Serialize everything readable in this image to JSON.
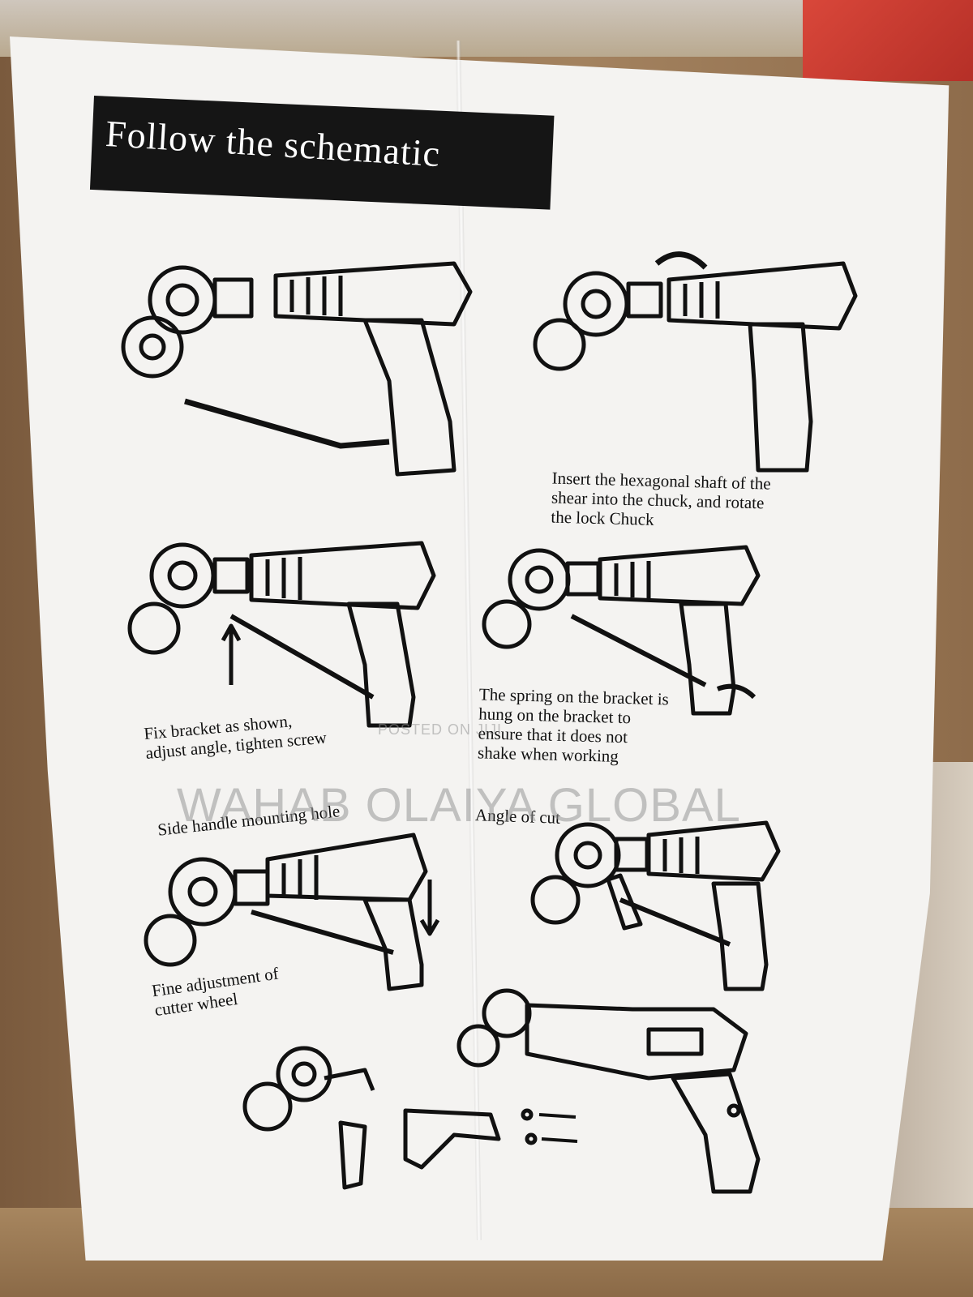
{
  "title": "Follow the schematic",
  "captions": {
    "insert_shaft": "Insert the hexagonal shaft of the\nshear into the chuck, and rotate\nthe lock Chuck",
    "fix_bracket": "Fix bracket as shown,\nadjust angle, tighten screw",
    "spring": "The spring on the bracket is\nhung on the bracket to\nensure that it does not\nshake when working",
    "side_handle": "Side handle mounting hole",
    "angle_of_cut": "Angle of cut",
    "fine_adjustment": "Fine adjustment of\ncutter wheel"
  },
  "watermark": {
    "small": "POSTED ON JIJI",
    "large": "WAHAB OLAIYA GLOBAL"
  },
  "colors": {
    "paper": "#f4f3f1",
    "ink": "#111111",
    "cardboard": "#9b7a57",
    "title_bar": "#151515"
  }
}
